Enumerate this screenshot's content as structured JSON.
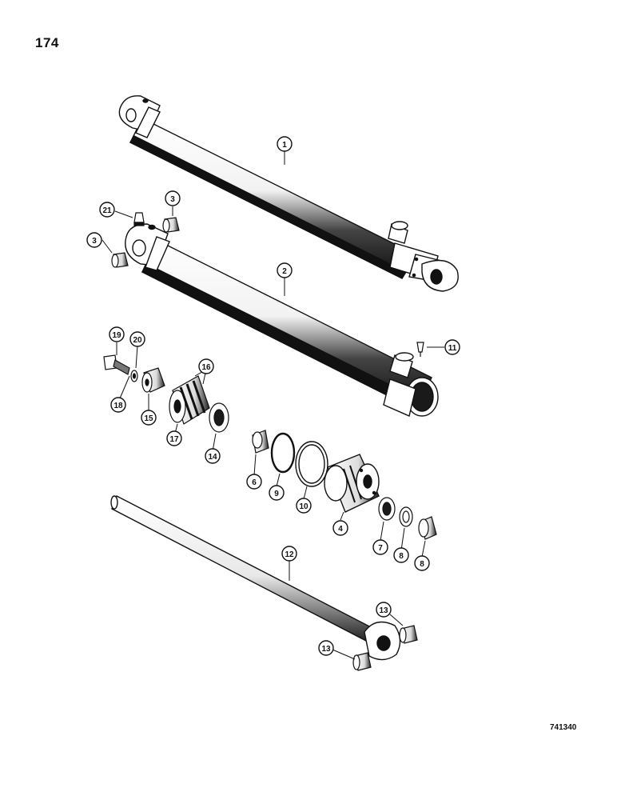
{
  "page": {
    "page_number": "174",
    "reference_code": "741340"
  },
  "callouts": {
    "c1": "1",
    "c2": "2",
    "c3a": "3",
    "c3b": "3",
    "c4": "4",
    "c6": "6",
    "c7": "7",
    "c8a": "8",
    "c8b": "8",
    "c9": "9",
    "c10": "10",
    "c11": "11",
    "c12": "12",
    "c13a": "13",
    "c13b": "13",
    "c14": "14",
    "c15": "15",
    "c16": "16",
    "c17": "17",
    "c18": "18",
    "c19": "19",
    "c20": "20",
    "c21": "21"
  }
}
